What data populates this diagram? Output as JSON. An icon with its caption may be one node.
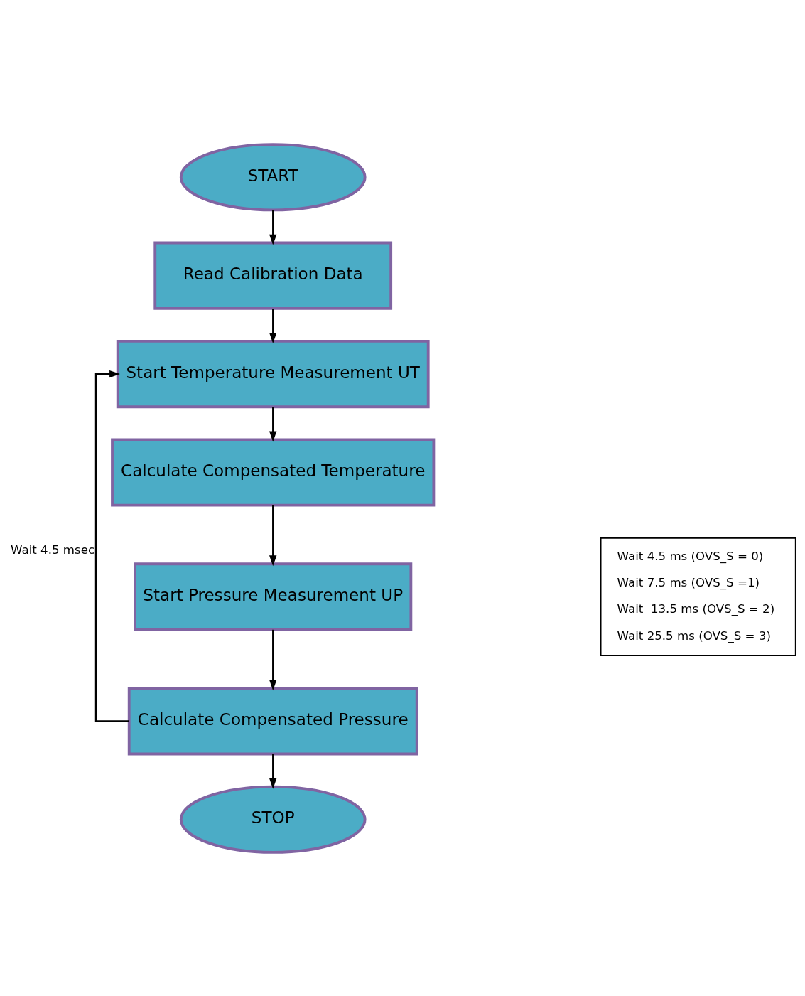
{
  "diagram": {
    "nodes": [
      {
        "text": [
          "START"
        ]
      },
      {
        "text": [
          "Read Calibration Data"
        ]
      },
      {
        "text": [
          "Start Temperature Measurement UT"
        ]
      },
      {
        "text": [
          "Calculate Compensated Temperature"
        ]
      },
      {
        "text": [
          "Start Pressure Measurement UP"
        ]
      },
      {
        "text": [
          "Calculate Compensated Pressure"
        ]
      },
      {
        "text": [
          "STOP"
        ]
      },
      {
        "text": [
          "Wait 4.5 ms (OVS_S = 0)",
          "Wait 7.5 ms (OVS_S =1)",
          "Wait  13.5 ms (OVS_S = 2)",
          "Wait 25.5 ms (OVS_S = 3)"
        ]
      }
    ],
    "edges": [
      {
        "from": 0,
        "to": 1,
        "arrow": "to"
      },
      {
        "from": 1,
        "to": 2,
        "arrow": "to"
      },
      {
        "from": 2,
        "to": 3,
        "arrow": "to"
      },
      {
        "from": 3,
        "to": 4,
        "arrow": "to"
      },
      {
        "from": 4,
        "to": 5,
        "arrow": "to"
      },
      {
        "from": 5,
        "to": 6,
        "arrow": "to"
      },
      {
        "from": 5,
        "to": 2,
        "arrow": "to",
        "label": "Wait 4.5 msec"
      }
    ]
  }
}
